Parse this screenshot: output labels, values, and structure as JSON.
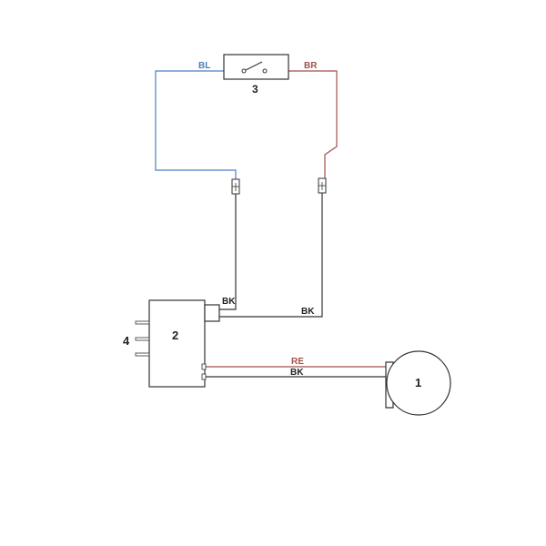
{
  "diagram": {
    "switch": {
      "number": "3"
    },
    "controller": {
      "number": "2"
    },
    "terminals": {
      "number": "4"
    },
    "motor": {
      "number": "1"
    },
    "wires": {
      "blue": "BL",
      "brown": "BR",
      "black_top": "BK",
      "black_right": "BK",
      "red": "RE",
      "black_bottom": "BK"
    },
    "colors": {
      "blue_wire": "#4a7fc1",
      "brown_wire": "#a0524a",
      "red_wire": "#a0524a",
      "black_wire": "#333333"
    }
  }
}
